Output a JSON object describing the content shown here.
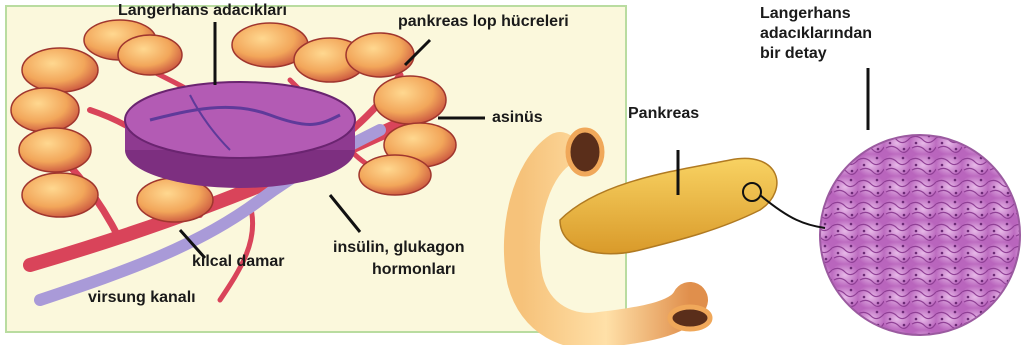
{
  "labels": {
    "islets": "Langerhans adacıkları",
    "lobe_cells": "pankreas lop hücreleri",
    "acinus": "asinüs",
    "pancreas": "Pankreas",
    "islet_detail_1": "Langerhans",
    "islet_detail_2": "adacıklarından",
    "islet_detail_3": "bir detay",
    "hormones_1": "insülin, glukagon",
    "hormones_2": "hormonları",
    "capillary": "kılcal damar",
    "duct": "virsung kanalı"
  },
  "colors": {
    "panel_bg": "#fbf8dc",
    "panel_border": "#b9dca0",
    "vessel": "#d9445a",
    "duct": "#a99ad8",
    "islet": "#9a3f9a",
    "lobule": "#f2a65a",
    "pancreas": "#e9b23c",
    "duodenum": "#f0a85a",
    "histology": "#c57bc6"
  }
}
